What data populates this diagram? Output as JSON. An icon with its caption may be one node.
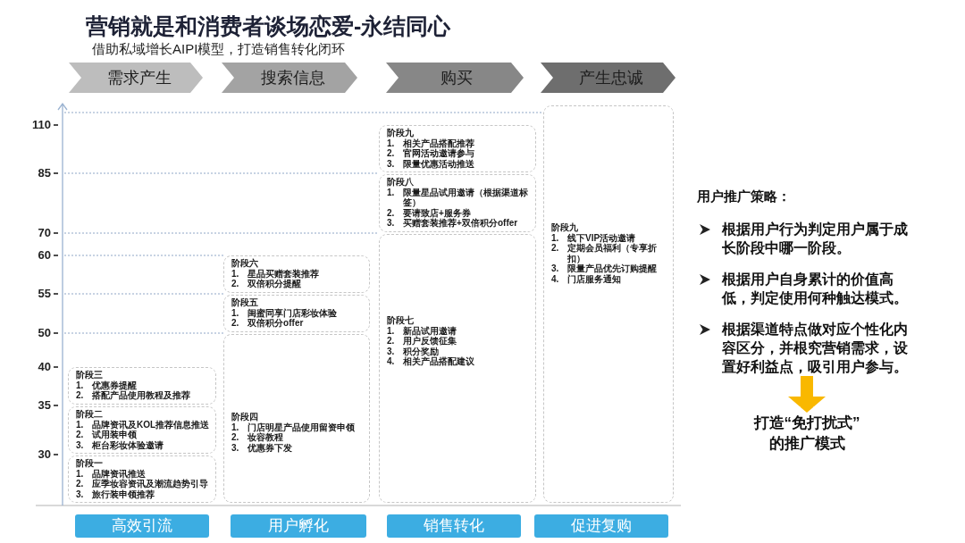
{
  "diagram": {
    "title": "营销就是和消费者谈场恋爱-永结同心",
    "nodes": [
      {
        "text": [
          "需求产生"
        ]
      },
      {
        "text": [
          "搜索信息"
        ]
      },
      {
        "text": [
          "购买"
        ]
      },
      {
        "text": [
          "产生忠诚"
        ]
      },
      {
        "text": [
          "阶段三",
          "1. 优惠券提醒",
          "2. 搭配产品使用教程及推荐"
        ]
      },
      {
        "text": [
          "阶段二",
          "1. 品牌资讯及KOL推荐信息推送",
          "2. 试用装申领",
          "3. 柜台彩妆体验邀请"
        ]
      },
      {
        "text": [
          "阶段一",
          "1. 品牌资讯推送",
          "2. 应季妆容资讯及潮流趋势引导",
          "3. 旅行装申领推荐"
        ]
      },
      {
        "text": [
          "阶段六",
          "1. 星品买赠套装推荐",
          "2. 双倍积分提醒"
        ]
      },
      {
        "text": [
          "阶段五",
          "1. 闺蜜同享门店彩妆体验",
          "2. 双倍积分offer"
        ]
      },
      {
        "text": [
          "阶段四",
          "1. 门店明星产品使用留资申领",
          "2. 妆容教程",
          "3. 优惠券下发"
        ]
      },
      {
        "text": [
          "阶段九",
          "1. 相关产品搭配推荐",
          "2. 官网活动邀请参与",
          "3. 限量优惠活动推送"
        ]
      },
      {
        "text": [
          "阶段八",
          "1. 限量星品试用邀请（根据渠道标签）",
          "2. 要请致店+服务券",
          "3. 买赠套装推荐+双倍积分offer"
        ]
      },
      {
        "text": [
          "阶段七",
          "1. 新品试用邀请",
          "2. 用户反馈征集",
          "3. 积分奖励",
          "4. 相关产品搭配建议"
        ]
      },
      {
        "text": [
          "阶段九",
          "1. 线下VIP活动邀请",
          "2. 定期会员福利（专享折扣）",
          "3. 限量产品优先订购提醒",
          "4. 门店服务通知"
        ]
      },
      {
        "text": [
          "用户推广策略：",
          "根据用户行为判定用户属于成长阶段中哪一阶段。",
          "根据用户自身累计的价值高低，判定使用何种触达模式。",
          "根据渠道特点做对应个性化内容区分，并根究营销需求，设置好利益点，吸引用户参与。"
        ]
      },
      {
        "text": [
          "打造“免打扰式”的推广模式"
        ]
      },
      {
        "text": [
          "高效引流"
        ]
      },
      {
        "text": [
          "用户孵化"
        ]
      },
      {
        "text": [
          "销售转化"
        ]
      },
      {
        "text": [
          "促进复购"
        ]
      }
    ],
    "edges": [
      {
        "from": 14,
        "to": 15,
        "arrow": "to",
        "color": "#f9b800"
      }
    ],
    "labels": [
      "借助私域增长AIPI模型，打造销售转化闭环",
      "110",
      "85",
      "70",
      "60",
      "55",
      "50",
      "40",
      "35",
      "30"
    ]
  }
}
